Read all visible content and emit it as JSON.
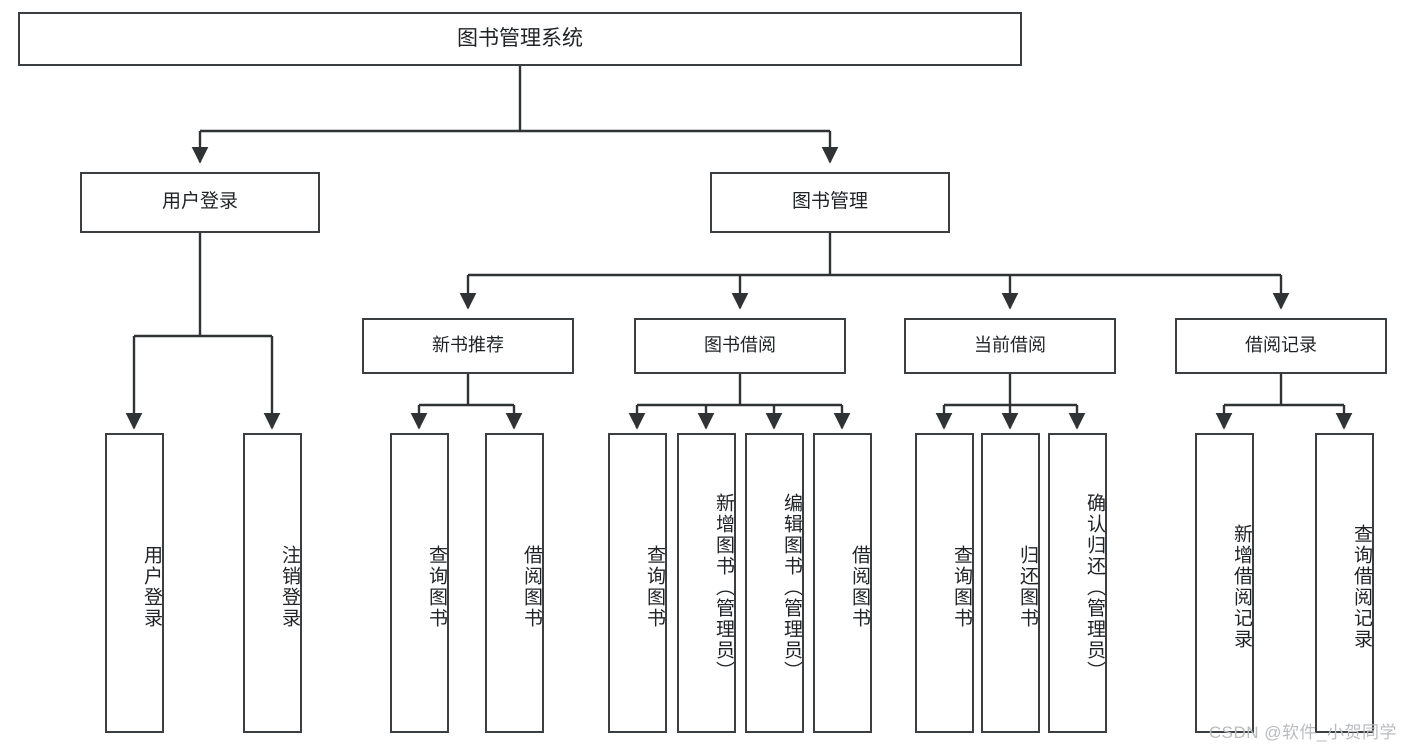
{
  "diagram": {
    "type": "tree-hierarchy",
    "title": "图书管理系统",
    "watermark": "CSDN @软件_小贺同学",
    "colors": {
      "border": "#3b3f42",
      "fill": "#ffffff",
      "line": "#2f3336",
      "text": "#1f2326",
      "watermark": "#b9bcbf"
    },
    "root": {
      "label": "图书管理系统"
    },
    "level1": [
      {
        "label": "用户登录"
      },
      {
        "label": "图书管理"
      }
    ],
    "level2": [
      {
        "label": "新书推荐"
      },
      {
        "label": "图书借阅"
      },
      {
        "label": "当前借阅"
      },
      {
        "label": "借阅记录"
      }
    ],
    "leaves": {
      "user_login": [
        {
          "label": "用户登录"
        },
        {
          "label": "注销登录"
        }
      ],
      "new_book_recommend": [
        {
          "label": "查询图书"
        },
        {
          "label": "借阅图书"
        }
      ],
      "book_borrow": [
        {
          "label": "查询图书"
        },
        {
          "label": "新增图书（管理员）"
        },
        {
          "label": "编辑图书（管理员）"
        },
        {
          "label": "借阅图书"
        }
      ],
      "current_borrow": [
        {
          "label": "查询图书"
        },
        {
          "label": "归还图书"
        },
        {
          "label": "确认归还（管理员）"
        }
      ],
      "borrow_record": [
        {
          "label": "新增借阅记录"
        },
        {
          "label": "查询借阅记录"
        }
      ]
    }
  }
}
